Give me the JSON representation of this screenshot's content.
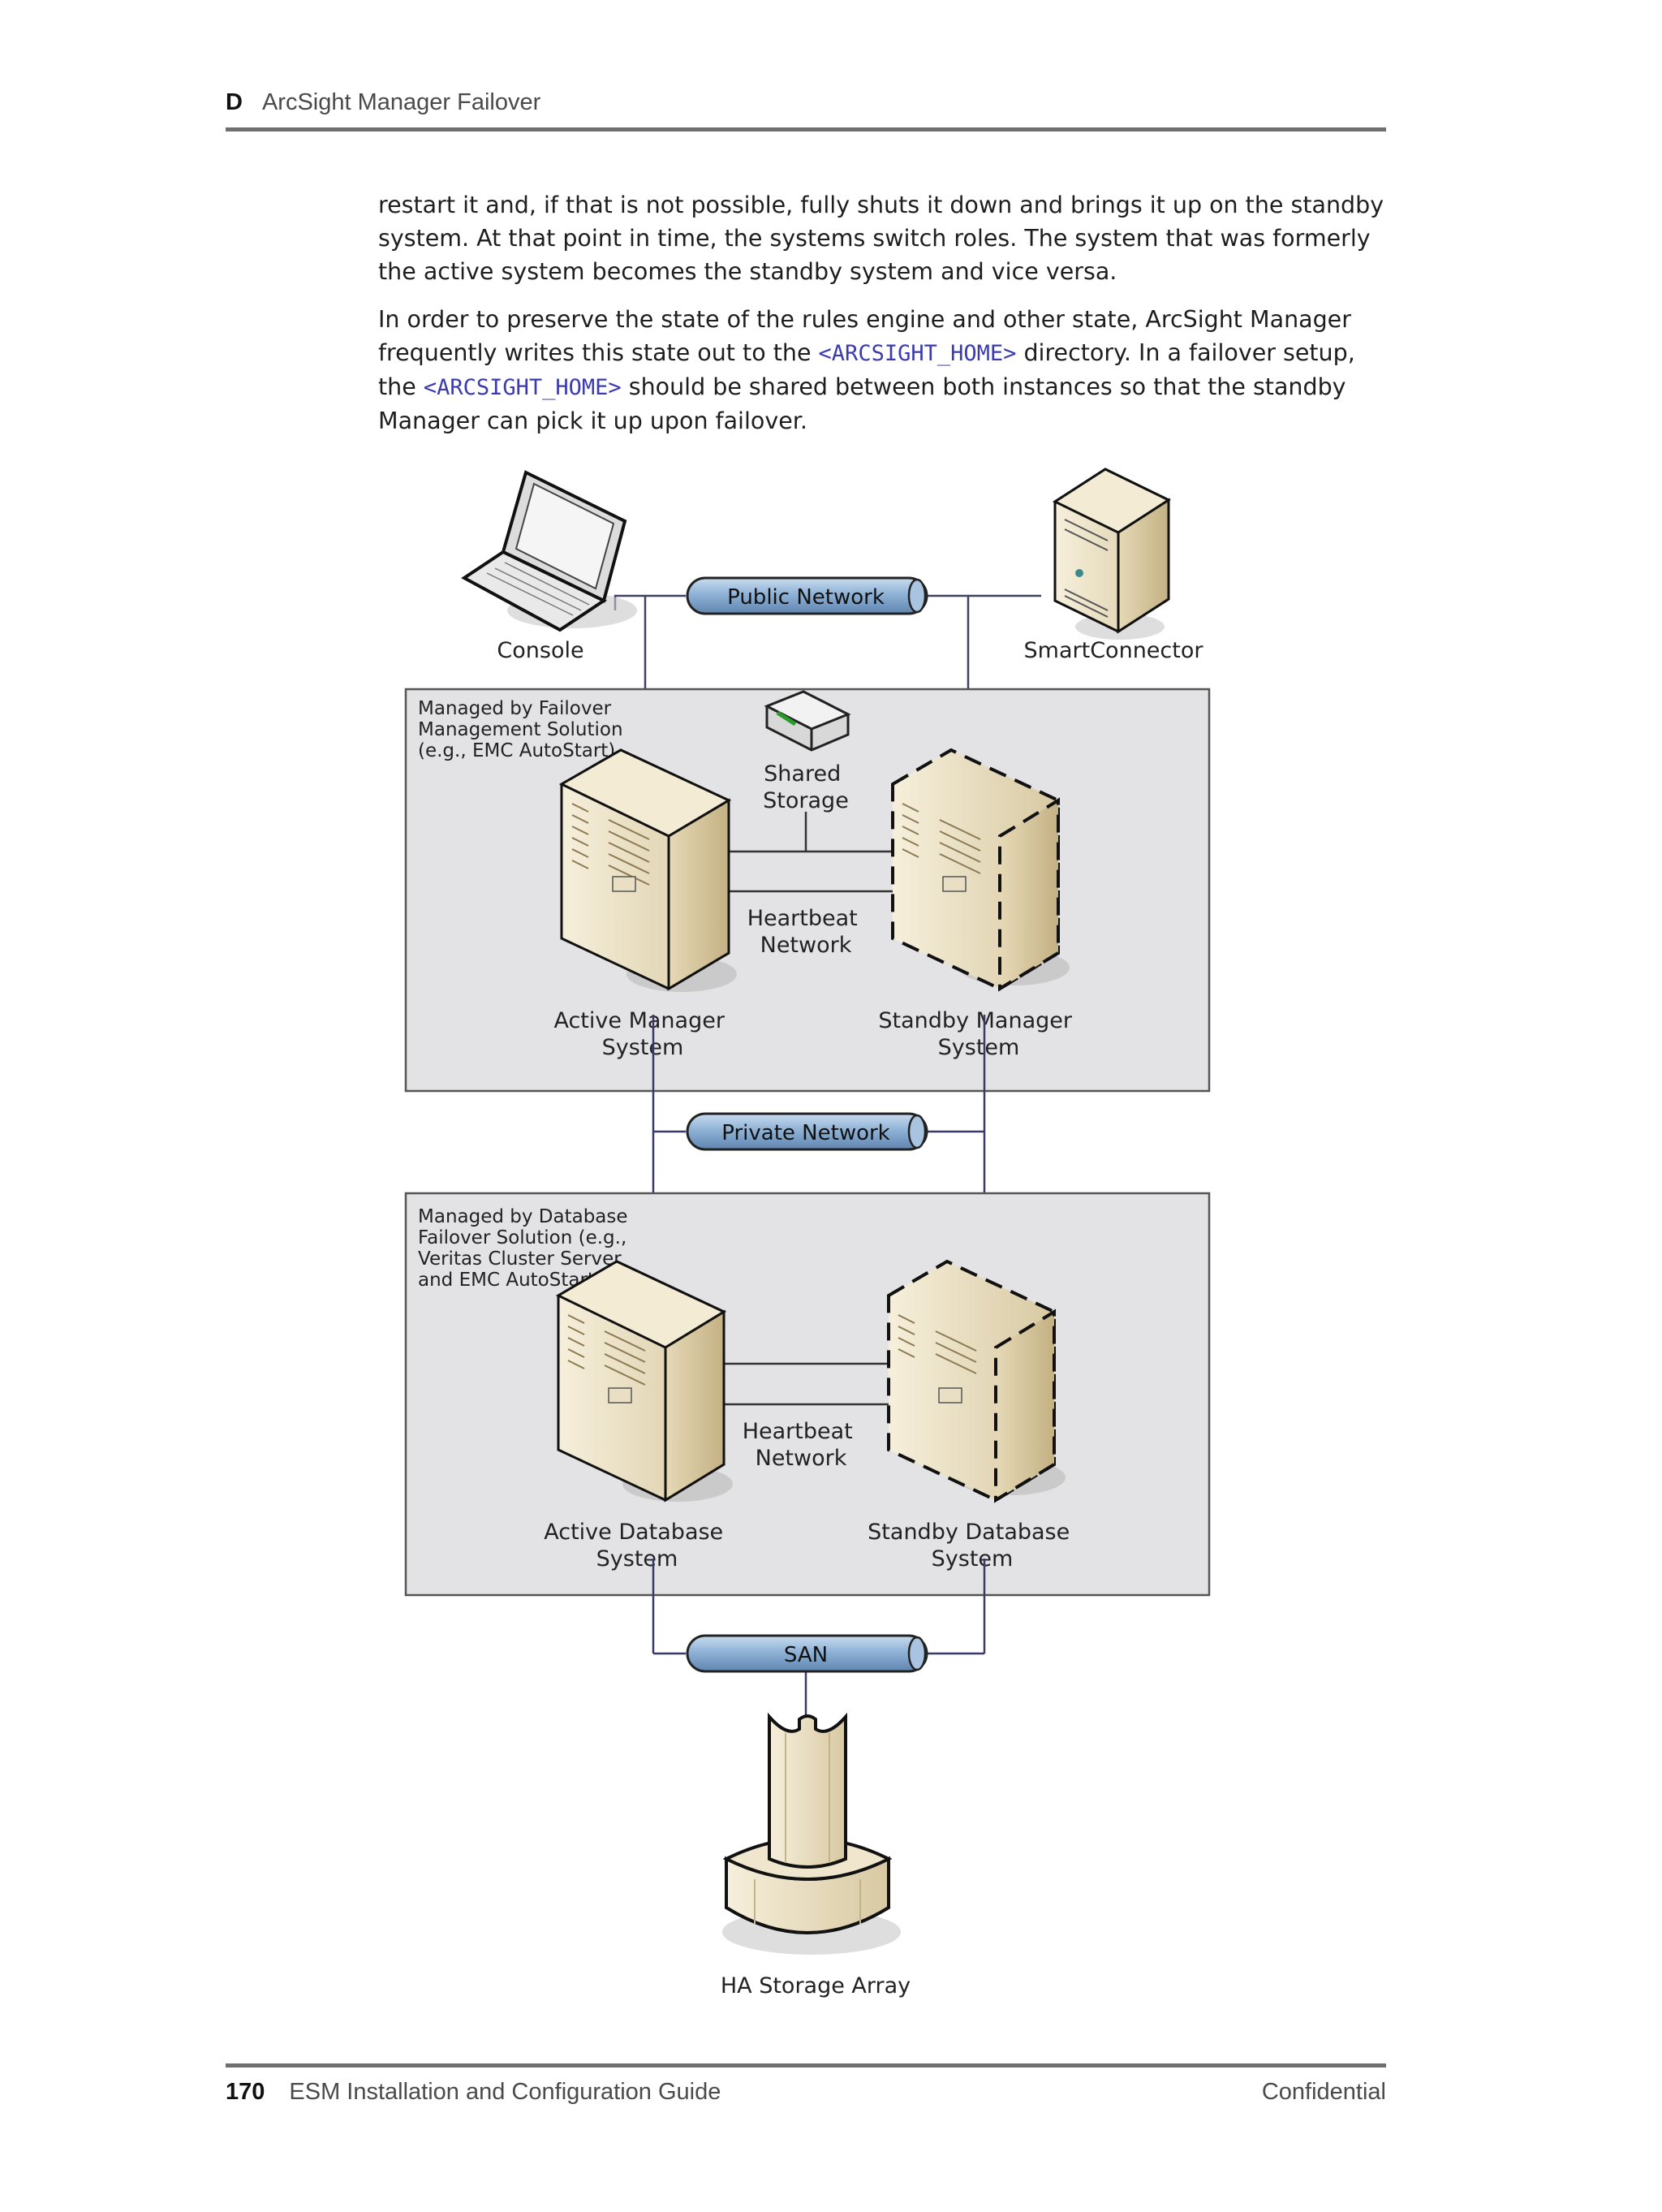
{
  "header": {
    "appendix_letter": "D",
    "title": "ArcSight Manager Failover"
  },
  "body": {
    "para1": "restart it and, if that is not possible, fully shuts it down and brings it up on the standby system. At that point in time, the systems switch roles. The system that was formerly the active system becomes the standby system and vice versa.",
    "para2_a": "In order to preserve the state of the rules engine and other state, ArcSight Manager frequently writes this state out to the ",
    "para2_code1": "<ARCSIGHT_HOME>",
    "para2_b": " directory. In a failover setup, the ",
    "para2_code2": "<ARCSIGHT_HOME>",
    "para2_c": " should be shared between both instances so that the standby Manager can pick it up upon failover."
  },
  "figure": {
    "console": "Console",
    "smartconnector": "SmartConnector",
    "public_network": "Public Network",
    "private_network": "Private Network",
    "san": "SAN",
    "box1_label": [
      "Managed by Failover",
      "Management Solution",
      "(e.g., EMC AutoStart)"
    ],
    "shared_storage": [
      "Shared",
      "Storage"
    ],
    "heartbeat": [
      "Heartbeat",
      "Network"
    ],
    "active_manager": [
      "Active Manager",
      "System"
    ],
    "standby_manager": [
      "Standby Manager",
      "System"
    ],
    "box2_label": [
      "Managed by Database",
      "Failover Solution (e.g.,",
      "Veritas Cluster Server",
      "and EMC AutoStart)"
    ],
    "active_database": [
      "Active Database",
      "System"
    ],
    "standby_database": [
      "Standby Database",
      "System"
    ],
    "ha_storage": "HA Storage Array"
  },
  "footer": {
    "page_number": "170",
    "title": "ESM Installation and Configuration Guide",
    "confidential": "Confidential"
  }
}
